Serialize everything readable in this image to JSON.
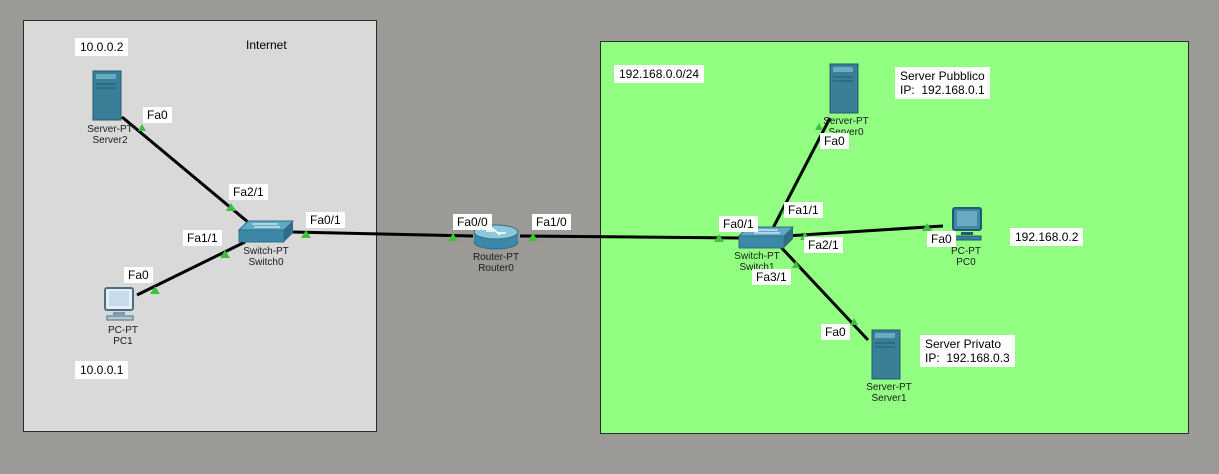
{
  "zones": {
    "internet": {
      "title": "Internet",
      "color": "#d9d9d9"
    },
    "lan": {
      "title": "192.168.0.0/24",
      "color": "#92ff82"
    }
  },
  "notes": {
    "server2_ip": "10.0.0.2",
    "pc1_ip": "10.0.0.1",
    "pc0_ip": "192.168.0.2",
    "public_server": "Server Pubblico\nIP:  192.168.0.1",
    "private_server": "Server Privato\nIP:  192.168.0.3"
  },
  "devices": {
    "server2": {
      "type": "Server-PT",
      "name": "Server2",
      "icon": "server-icon"
    },
    "pc1": {
      "type": "PC-PT",
      "name": "PC1",
      "icon": "pc-icon"
    },
    "switch0": {
      "type": "Switch-PT",
      "name": "Switch0",
      "icon": "switch-icon"
    },
    "router0": {
      "type": "Router-PT",
      "name": "Router0",
      "icon": "router-icon"
    },
    "switch1": {
      "type": "Switch-PT",
      "name": "Switch1",
      "icon": "switch-icon"
    },
    "server0": {
      "type": "Server-PT",
      "name": "Server0",
      "icon": "server-icon"
    },
    "pc0": {
      "type": "PC-PT",
      "name": "PC0",
      "icon": "pc-icon"
    },
    "server1": {
      "type": "Server-PT",
      "name": "Server1",
      "icon": "server-icon"
    }
  },
  "ports": {
    "server2_fa0": "Fa0",
    "switch0_fa2_1": "Fa2/1",
    "switch0_fa1_1": "Fa1/1",
    "pc1_fa0": "Fa0",
    "switch0_fa0_1": "Fa0/1",
    "router0_fa0_0": "Fa0/0",
    "router0_fa1_0": "Fa1/0",
    "switch1_fa0_1": "Fa0/1",
    "switch1_fa1_1": "Fa1/1",
    "switch1_fa2_1": "Fa2/1",
    "switch1_fa3_1": "Fa3/1",
    "server0_fa0": "Fa0",
    "pc0_fa0": "Fa0",
    "server1_fa0": "Fa0"
  },
  "colors": {
    "link": "#000000",
    "port_up": "#3fbf3f"
  }
}
